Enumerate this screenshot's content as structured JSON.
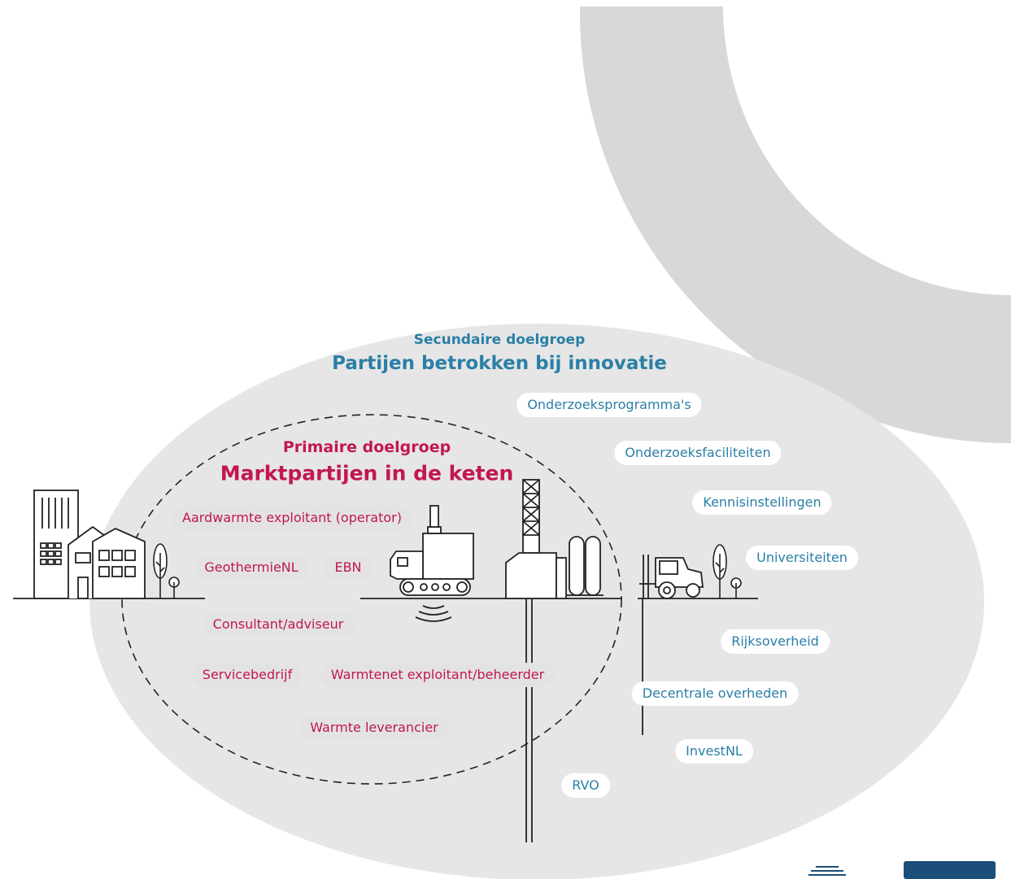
{
  "colors": {
    "primary_accent": "#c2174f",
    "secondary_accent": "#2a7fa6",
    "outer_ellipse_fill": "#e6e6e6",
    "arc_fill": "#d8d8d8",
    "pill_primary_bg": "#e3e3e3",
    "pill_secondary_bg": "#ffffff",
    "line_color": "#222222",
    "logo_blue": "#1b4e78"
  },
  "secondary_group": {
    "subtitle": "Secundaire doelgroep",
    "title": "Partijen betrokken bij innovatie",
    "items": [
      "Onderzoeksprogramma's",
      "Onderzoeksfaciliteiten",
      "Kennisinstellingen",
      "Universiteiten",
      "Rijksoverheid",
      "Decentrale overheden",
      "InvestNL",
      "RVO"
    ]
  },
  "primary_group": {
    "subtitle": "Primaire doelgroep",
    "title": "Marktpartijen in de keten",
    "items": [
      "Aardwarmte exploitant (operator)",
      "GeothermieNL",
      "EBN",
      "Consultant/adviseur",
      "Servicebedrijf",
      "Warmtenet exploitant/beheerder",
      "Warmte leverancier"
    ]
  },
  "icons": [
    "buildings-icon",
    "tree-icon",
    "seismic-truck-icon",
    "drilling-rig-icon",
    "storage-tanks-icon",
    "forklift-icon",
    "well-pipe-icon"
  ]
}
